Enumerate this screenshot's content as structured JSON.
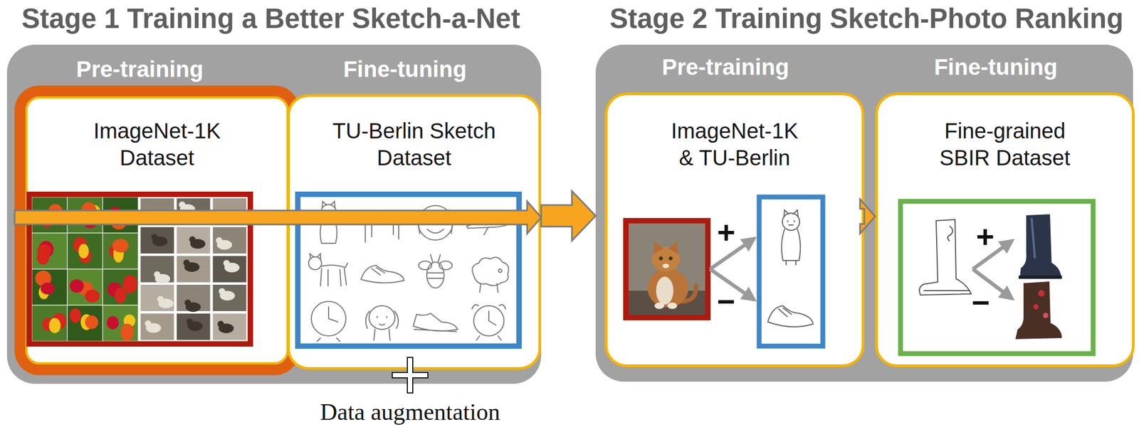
{
  "diagram": {
    "nodes": [
      {
        "text": [
          "Stage 1 Training a Better Sketch-a-Net"
        ]
      },
      {
        "text": [
          "Pre-training",
          "ImageNet-1K Dataset"
        ],
        "in": 0
      },
      {
        "text": [
          "Fine-tuning",
          "TU-Berlin Sketch Dataset"
        ],
        "in": 0
      },
      {
        "text": [
          "Stage 2 Training Sketch-Photo Ranking"
        ]
      },
      {
        "text": [
          "Pre-training",
          "ImageNet-1K & TU-Berlin"
        ],
        "in": 3
      },
      {
        "text": [
          "Fine-tuning",
          "Fine-grained SBIR Dataset"
        ],
        "in": 3
      }
    ],
    "edges": [
      {
        "from": 1,
        "to": 2,
        "arrow": "to"
      },
      {
        "from": 0,
        "to": 3,
        "arrow": "to"
      },
      {
        "from": 4,
        "to": 5,
        "arrow": "to"
      }
    ],
    "labels": [
      "Data augmentation",
      "+",
      "−",
      "+",
      "−"
    ]
  }
}
